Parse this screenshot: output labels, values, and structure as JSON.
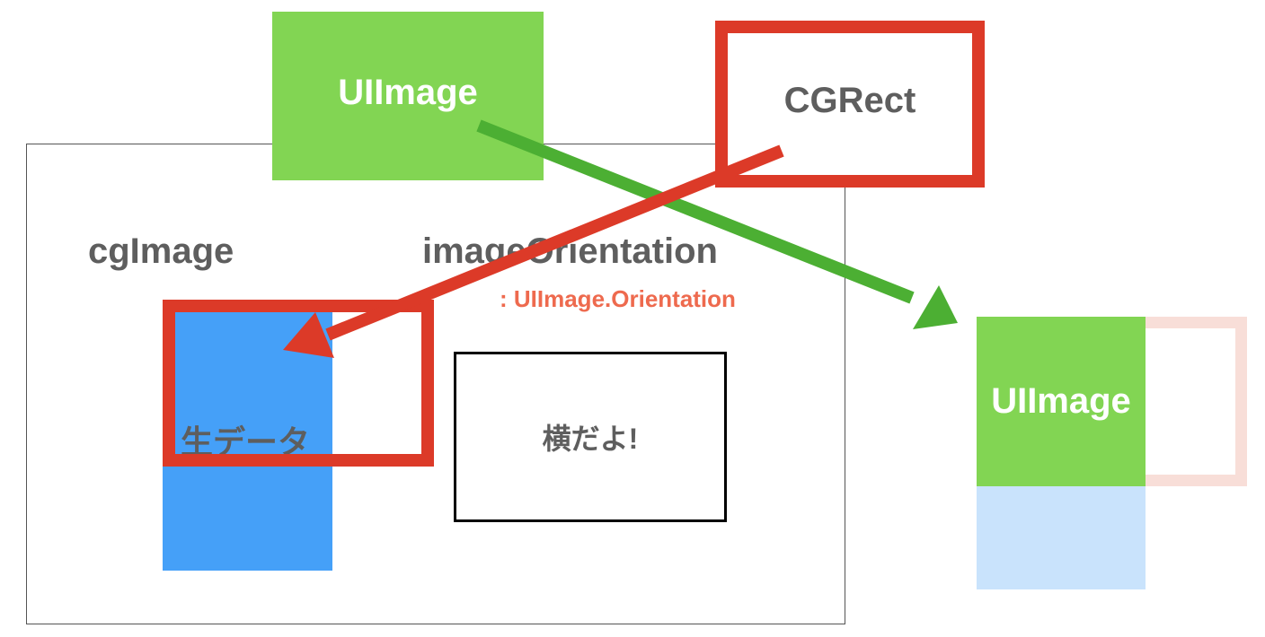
{
  "diagram": {
    "uiimage_top": {
      "label": "UIImage"
    },
    "cgrect": {
      "label": "CGRect"
    },
    "cgimage": {
      "label": "cgImage"
    },
    "image_orientation": {
      "label": "imageOrientation",
      "type_label": ": UIImage.Orientation"
    },
    "raw_data": {
      "label": "生データ"
    },
    "orientation_value": {
      "label": "横だよ!"
    },
    "result": {
      "label": "UIImage"
    }
  },
  "colors": {
    "uiimage_green": "#82d553",
    "arrow_green": "#4caf33",
    "crop_red": "#dc3a28",
    "orientation_type_text": "#ee6a4e",
    "raw_data_blue": "#45a0f8",
    "faded_blue": "#c9e3fc",
    "faded_red": "#f8ded8",
    "label_gray": "#5e5e5e"
  }
}
